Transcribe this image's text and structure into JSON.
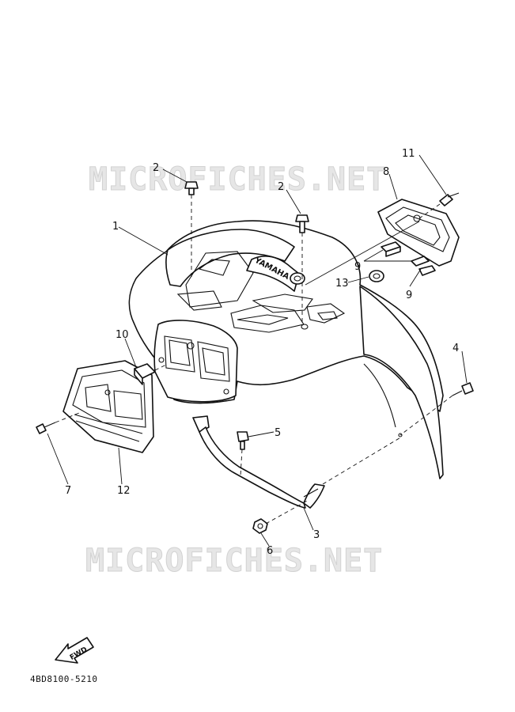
{
  "watermarks": [
    "MICROFICHES.NET",
    "MICROFICHES.NET"
  ],
  "callouts": {
    "c1": "1",
    "c2a": "2",
    "c2b": "2",
    "c3": "3",
    "c4": "4",
    "c5": "5",
    "c6": "6",
    "c7": "7",
    "c8": "8",
    "c9a": "9",
    "c9b": "9",
    "c10": "10",
    "c11": "11",
    "c12": "12",
    "c13": "13"
  },
  "fender_emblem": "YAMAHA",
  "fwd_label": "FWD",
  "diagram_code": "4BD8100-5210",
  "colors": {
    "line": "#111111",
    "background": "#ffffff",
    "watermark": "#e6e6e6"
  }
}
